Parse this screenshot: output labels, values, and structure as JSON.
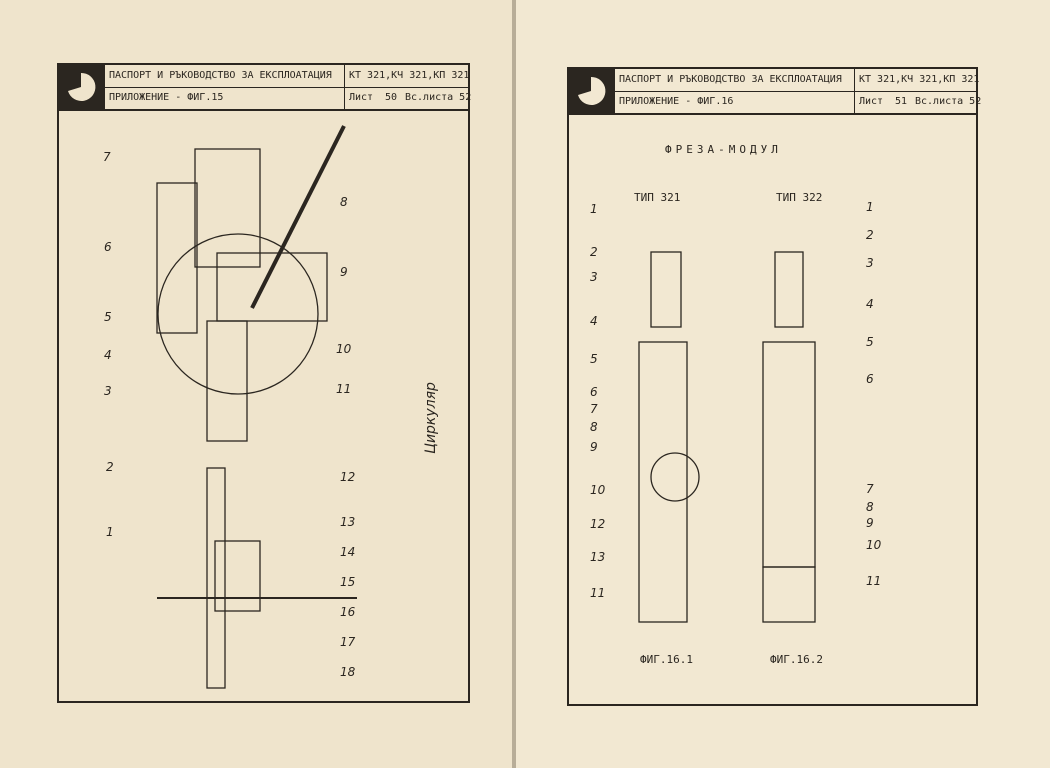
{
  "left": {
    "title": "ПАСПОРТ И РЪКОВОДСТВО ЗА ЕКСПЛОАТАЦИЯ",
    "models": "КТ 321,КЧ 321,КП 321",
    "appendix": "ПРИЛОЖЕНИЕ - ФИГ.15",
    "sheet_label": "Лист",
    "sheet_no": "50",
    "total": "Вс.листа 52",
    "side_text": "Циркуляр",
    "callouts_top": [
      "7",
      "6",
      "5",
      "4",
      "3",
      "8",
      "9",
      "10",
      "11"
    ],
    "callouts_bottom": [
      "2",
      "1",
      "12",
      "13",
      "14",
      "15",
      "16",
      "17",
      "18"
    ]
  },
  "right": {
    "title": "ПАСПОРТ И РЪКОВОДСТВО ЗА ЕКСПЛОАТАЦИЯ",
    "models": "КТ 321,КЧ 321,КП 321",
    "appendix": "ПРИЛОЖЕНИЕ - ФИГ.16",
    "sheet_label": "Лист",
    "sheet_no": "51",
    "total": "Вс.листа 52",
    "heading": "ФРЕЗА-МОДУЛ",
    "type1": "ТИП 321",
    "type2": "ТИП 322",
    "fig1": "ФИГ.16.1",
    "fig2": "ФИГ.16.2",
    "callouts_a": [
      "1",
      "2",
      "3",
      "4",
      "5",
      "6",
      "7",
      "8",
      "9",
      "10",
      "12",
      "13",
      "11"
    ],
    "callouts_b": [
      "1",
      "2",
      "3",
      "4",
      "5",
      "6",
      "7",
      "8",
      "9",
      "10",
      "11"
    ]
  }
}
